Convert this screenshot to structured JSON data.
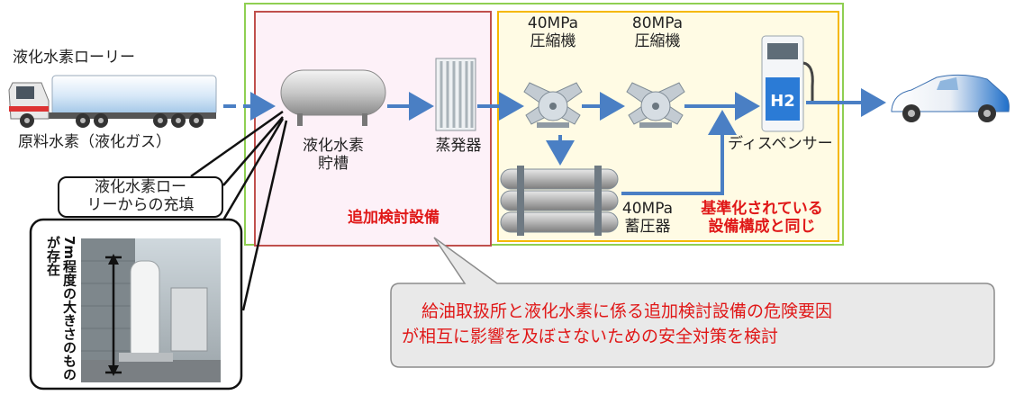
{
  "truck": {
    "label": "液化水素ローリー",
    "caption": "原料水素（液化ガス）"
  },
  "tank": {
    "label_line1": "液化水素",
    "label_line2": "貯槽"
  },
  "vaporizer": {
    "label": "蒸発器"
  },
  "compressor_40": {
    "pressure": "40MPa",
    "label": "圧縮機"
  },
  "compressor_80": {
    "pressure": "80MPa",
    "label": "圧縮機"
  },
  "dispenser": {
    "label": "ディスペンサー",
    "icon_text": "H2"
  },
  "accumulator": {
    "pressure": "40MPa",
    "label": "蓄圧器"
  },
  "additional_equipment": {
    "label": "追加検討設備"
  },
  "standard_note": {
    "line1": "基準化されている",
    "line2": "設備構成と同じ"
  },
  "callout_fill": {
    "line1": "液化水素ロー",
    "line2": "リーからの充填"
  },
  "photo_callout": {
    "vertical_text": "7m程度の大きさのものが存在"
  },
  "main_callout": {
    "line1": "給油取扱所と液化水素に係る追加検討設備の危険要因",
    "line2": "が相互に影響を及ぼさないための安全対策を検討"
  },
  "colors": {
    "green_frame": "#8fcf52",
    "red_frame": "#c0504d",
    "yellow_frame": "#f5b800",
    "pink_fill": "#fdf1f8",
    "cream_fill": "#fffbe4",
    "arrow_blue": "#4a7fc4",
    "highlight_red": "#e01818"
  }
}
